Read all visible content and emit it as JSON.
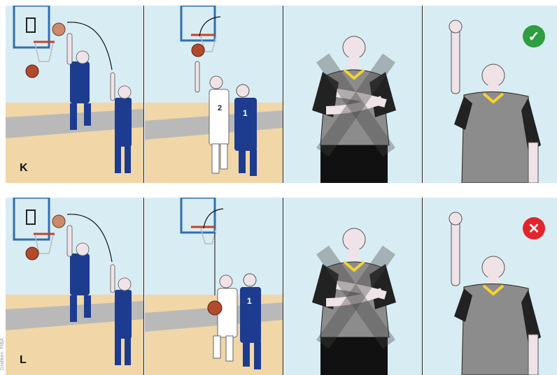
{
  "rows": [
    {
      "label": "K",
      "result": "check-icon",
      "result_color": "#2e9e41"
    },
    {
      "label": "L",
      "result": "cross-icon",
      "result_color": "#e3242b"
    }
  ],
  "credit": "Grafiken: FIBA",
  "colors": {
    "sky": "#d8ecf3",
    "floor": "#f1d6a7",
    "court_grey": "#b9b9b9",
    "team_blue": "#1e3c8f",
    "white_team": "#ffffff",
    "referee_shirt": "#8c8c8c",
    "referee_collar": "#f2d230"
  }
}
